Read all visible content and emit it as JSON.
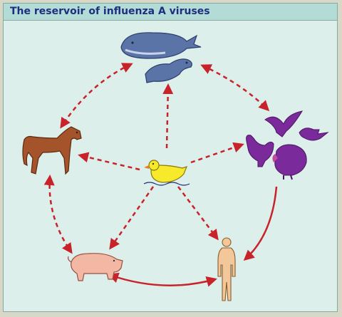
{
  "title": "The reservoir of influenza A viruses",
  "colors": {
    "background": "#dcefeb",
    "header": "#b4dcd6",
    "title_text": "#1d2f7f",
    "arrow_dashed": "#c8222a",
    "arrow_solid": "#c8222a",
    "duck": "#f6ea2a",
    "horse": "#a4532a",
    "marine": "#5b74a8",
    "birds": "#7a2a9a",
    "pig": "#f2b8a4",
    "human": "#f2c79a"
  },
  "nodes": [
    {
      "id": "duck",
      "name": "wild waterfowl",
      "icon": "duck-icon"
    },
    {
      "id": "marine",
      "name": "marine mammals",
      "icon": "whale-and-seal-icon"
    },
    {
      "id": "birds",
      "name": "domestic and wild birds",
      "icon": "poultry-icon"
    },
    {
      "id": "human",
      "name": "humans",
      "icon": "human-icon"
    },
    {
      "id": "pig",
      "name": "pigs",
      "icon": "pig-icon"
    },
    {
      "id": "horse",
      "name": "horses",
      "icon": "horse-icon"
    }
  ],
  "edges": [
    {
      "from": "duck",
      "to": "marine",
      "style": "dashed"
    },
    {
      "from": "duck",
      "to": "birds",
      "style": "dashed"
    },
    {
      "from": "duck",
      "to": "human",
      "style": "dashed"
    },
    {
      "from": "duck",
      "to": "pig",
      "style": "dashed"
    },
    {
      "from": "duck",
      "to": "horse",
      "style": "dashed"
    },
    {
      "from": "marine",
      "to": "horse",
      "style": "dashed",
      "bidirectional": true
    },
    {
      "from": "marine",
      "to": "birds",
      "style": "dashed",
      "bidirectional": true
    },
    {
      "from": "horse",
      "to": "pig",
      "style": "dashed",
      "bidirectional": true
    },
    {
      "from": "birds",
      "to": "human",
      "style": "solid"
    },
    {
      "from": "pig",
      "to": "human",
      "style": "solid",
      "bidirectional": true
    }
  ]
}
